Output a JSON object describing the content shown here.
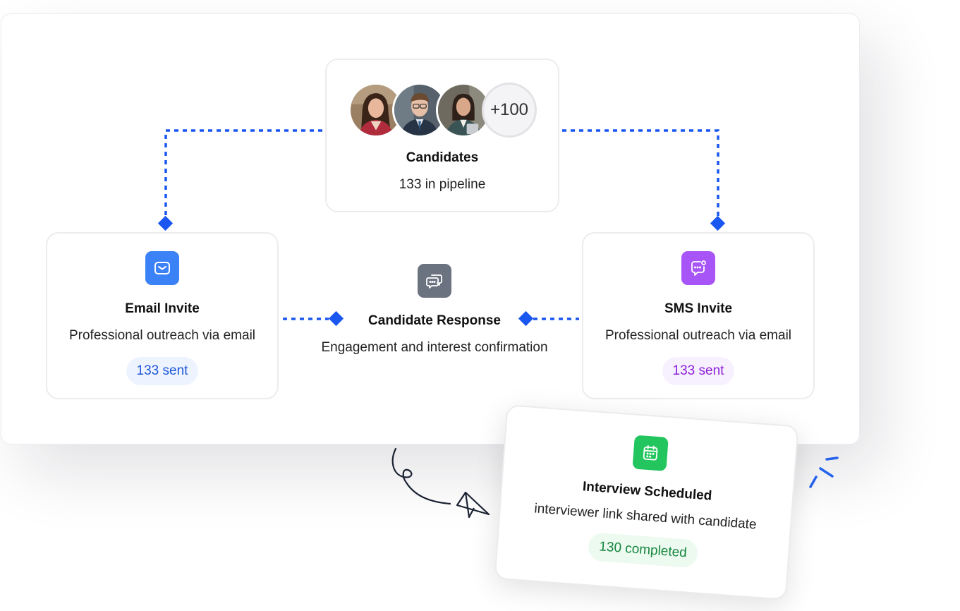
{
  "candidates": {
    "title": "Candidates",
    "subtitle": "133 in pipeline",
    "more_count": "+100",
    "avatars": [
      "avatar-woman-red-blazer",
      "avatar-man-glasses-suit",
      "avatar-woman-tablet"
    ]
  },
  "email_invite": {
    "title": "Email Invite",
    "subtitle": "Professional outreach via email",
    "badge": "133 sent",
    "icon": "mail-icon",
    "color": "#3b82f6"
  },
  "candidate_response": {
    "title": "Candidate Response",
    "subtitle": "Engagement and interest confirmation",
    "icon": "chat-bubbles-icon",
    "color": "#6b7280"
  },
  "sms_invite": {
    "title": "SMS Invite",
    "subtitle": "Professional outreach via email",
    "badge": "133 sent",
    "icon": "sms-message-icon",
    "color": "#a855f7"
  },
  "interview_scheduled": {
    "title": "Interview Scheduled",
    "subtitle": "interviewer link shared with candidate",
    "badge": "130 completed",
    "icon": "calendar-icon",
    "color": "#22c55e"
  },
  "colors": {
    "connector": "#1a56f0",
    "blue_badge_text": "#1d56d8",
    "purple_badge_text": "#8b1fd9",
    "green_badge_text": "#16863e"
  }
}
